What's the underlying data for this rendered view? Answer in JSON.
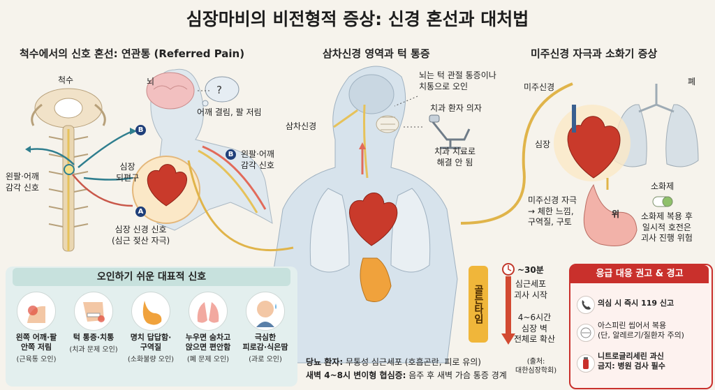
{
  "title": "심장마비의 비전형적 증상: 신경 혼선과 대처법",
  "sections": {
    "referred": "척수에서의 신호 혼선: 연관통 (Referred Pain)",
    "trigeminal": "삼차신경 영역과 턱 통증",
    "vagus": "미주신경 자극과 소화기 증상"
  },
  "left_labels": {
    "spinal": "척수",
    "brain": "뇌",
    "shoulder_numb": "어깨 결림, 팔 저림",
    "arm_sense": "왼팔·어깨\n감각 신호",
    "arm_sense_b": "왼팔·어깨\n감각 신호",
    "heart_referred": "심장\n되편구",
    "cardiac_signal": "심장 신경 신호\n(심근 젖산 자극)",
    "badge_a": "A",
    "badge_b": "B"
  },
  "mid_labels": {
    "brain_misread": "뇌는 턱 관절 통증이나\n치통으로 오인",
    "dental_chair": "치과 환자 의자",
    "trigeminal": "삼차신경",
    "dental_fail": "치과 치료로\n해결 안 됨"
  },
  "right_labels": {
    "vagus": "미주신경",
    "lung": "폐",
    "heart": "심장",
    "vagus_effect": "미주신경 자극\n→ 체한 느낌,\n구역질, 구토",
    "stomach": "위",
    "antacid": "소화제",
    "antacid_warn": "소화제 복용 후\n일시적 호전은\n괴사 진행 위험"
  },
  "signals": {
    "title": "오인하기 쉬운 대표적 신호",
    "items": [
      {
        "label": "왼쪽 어깨·팔\n안쪽 저림",
        "note": "(근육통 오인)",
        "icon": "shoulder-icon"
      },
      {
        "label": "턱 통증·치통",
        "note": "(치과 문제 오인)",
        "icon": "jaw-icon"
      },
      {
        "label": "명치 답답함·\n구역질",
        "note": "(소화불량 오인)",
        "icon": "stomach-icon"
      },
      {
        "label": "누우면 숨차고\n앉으면 편안함",
        "note": "(폐 문제 오인)",
        "icon": "lungs-icon"
      },
      {
        "label": "극심한\n피로감·식은땀",
        "note": "(과로 오인)",
        "icon": "fatigue-icon"
      }
    ]
  },
  "golden": {
    "label": "골든타임",
    "t1": "~30분",
    "t1_desc": "심근세포\n괴사 시작",
    "t2": "4~6시간\n심장 벽\n전체로 확산"
  },
  "notes": {
    "diabetes_label": "당뇨 환자:",
    "diabetes_text": " 무통성 심근세포 (호흡곤란, 피로 유의)",
    "dawn_label": "새벽 4~8시 변이형 협심증:",
    "dawn_text": " 음주 후 새벽 가슴 통증 경계",
    "source": "(출처:\n대한심장학회)"
  },
  "emergency": {
    "title": "응급 대응 권고 & 경고",
    "items": [
      {
        "text": "의심 시 즉시 119 신고",
        "icon": "phone-icon"
      },
      {
        "text": "아스피린 씹어서 복용\n(단, 알레르기/질환자 주의)",
        "icon": "pill-icon"
      },
      {
        "text": "니트로글리세린 과신\n금지: 병원 검사 필수",
        "icon": "bottle-icon"
      }
    ]
  },
  "colors": {
    "heart": "#c93a2b",
    "nerve": "#e0b44a",
    "arrow_blue": "#2f7e8e",
    "emergency": "#c9302c",
    "golden": "#f0b63a"
  }
}
